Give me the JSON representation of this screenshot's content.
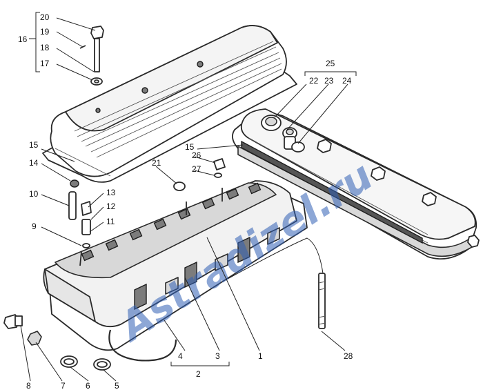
{
  "watermark": "Astradizel.ru",
  "callouts": {
    "n1": "1",
    "n2": "2",
    "n3": "3",
    "n4": "4",
    "n5": "5",
    "n6": "6",
    "n7": "7",
    "n8": "8",
    "n9": "9",
    "n10": "10",
    "n11": "11",
    "n12": "12",
    "n13": "13",
    "n14": "14",
    "n15a": "15",
    "n15b": "15",
    "n16": "16",
    "n17": "17",
    "n18": "18",
    "n19": "19",
    "n20": "20",
    "n21": "21",
    "n22": "22",
    "n23": "23",
    "n24": "24",
    "n25": "25",
    "n26": "26",
    "n27": "27",
    "n28": "28"
  }
}
